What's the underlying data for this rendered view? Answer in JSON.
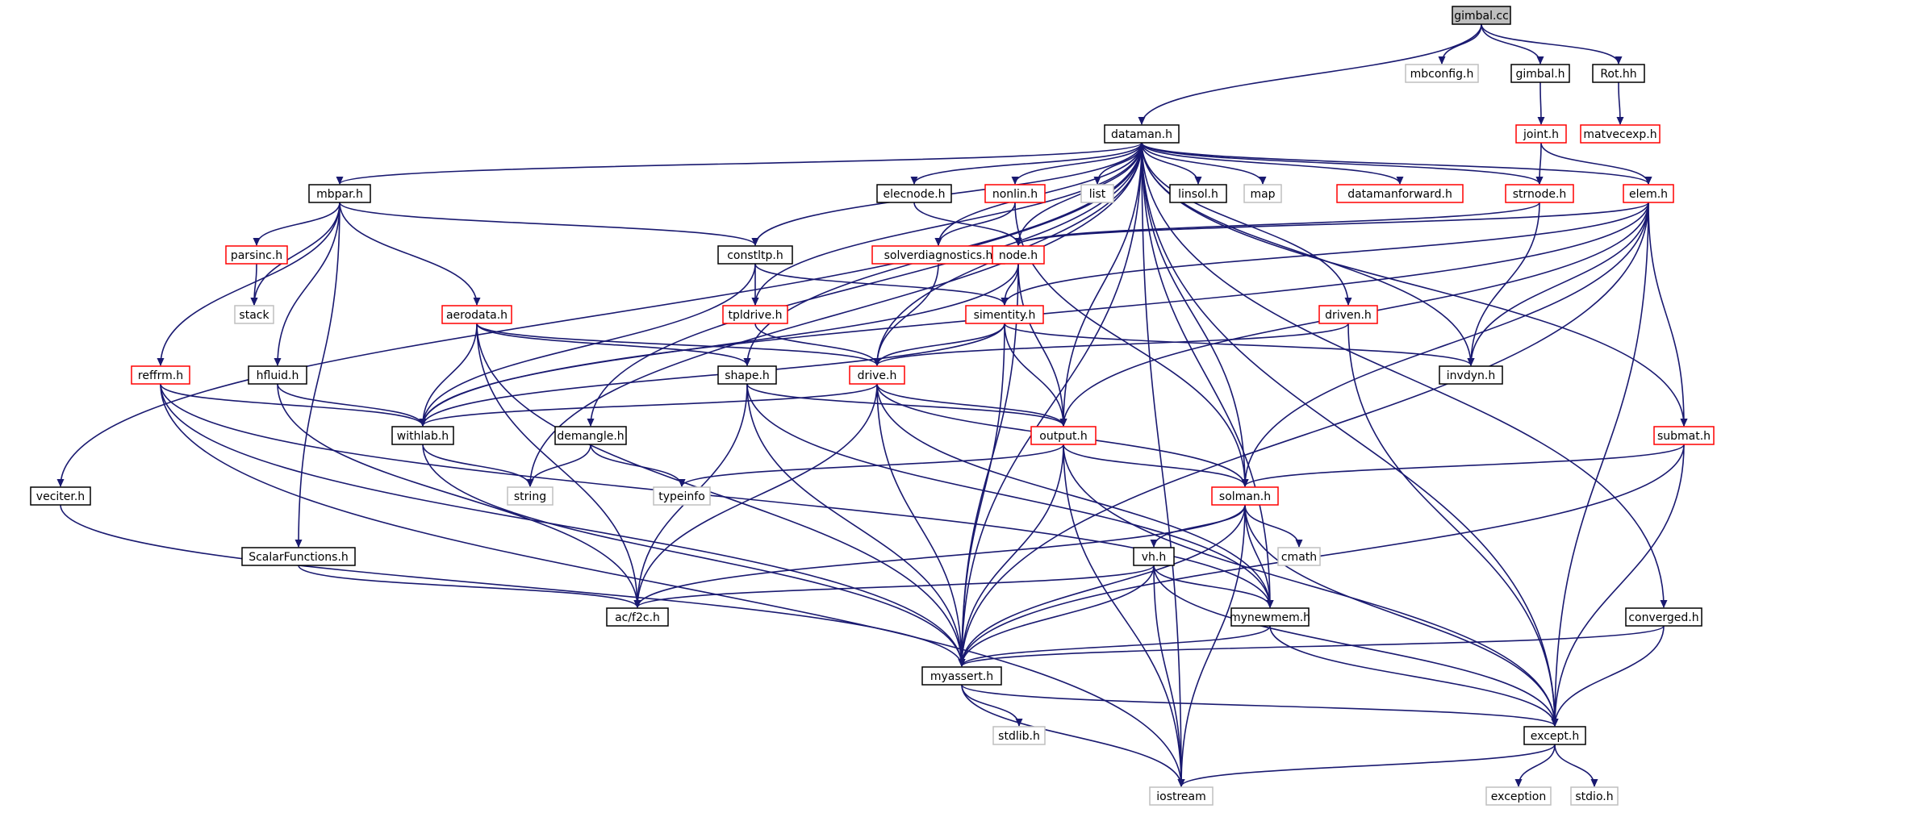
{
  "colors": {
    "edge": "#191970",
    "border_plain": "#000000",
    "border_link": "#ff0000",
    "border_external": "#bfbfbf",
    "root_fill": "#bfbfbf",
    "node_fill": "#ffffff"
  },
  "nodes": [
    {
      "id": "gimbal_cc",
      "label": "gimbal.cc",
      "style": "root"
    },
    {
      "id": "mbconfig_h",
      "label": "mbconfig.h",
      "style": "external"
    },
    {
      "id": "gimbal_h",
      "label": "gimbal.h",
      "style": "plain"
    },
    {
      "id": "rot_hh",
      "label": "Rot.hh",
      "style": "plain"
    },
    {
      "id": "joint_h",
      "label": "joint.h",
      "style": "link"
    },
    {
      "id": "matvecexp_h",
      "label": "matvecexp.h",
      "style": "link"
    },
    {
      "id": "dataman_h",
      "label": "dataman.h",
      "style": "plain"
    },
    {
      "id": "mbpar_h",
      "label": "mbpar.h",
      "style": "plain"
    },
    {
      "id": "elecnode_h",
      "label": "elecnode.h",
      "style": "plain"
    },
    {
      "id": "nonlin_h",
      "label": "nonlin.h",
      "style": "link"
    },
    {
      "id": "list",
      "label": "list",
      "style": "external"
    },
    {
      "id": "linsol_h",
      "label": "linsol.h",
      "style": "plain"
    },
    {
      "id": "map",
      "label": "map",
      "style": "external"
    },
    {
      "id": "datamanforward_h",
      "label": "datamanforward.h",
      "style": "link"
    },
    {
      "id": "strnode_h",
      "label": "strnode.h",
      "style": "link"
    },
    {
      "id": "elem_h",
      "label": "elem.h",
      "style": "link"
    },
    {
      "id": "parsinc_h",
      "label": "parsinc.h",
      "style": "link"
    },
    {
      "id": "constltp_h",
      "label": "constltp.h",
      "style": "plain"
    },
    {
      "id": "solverdiagnostics_h",
      "label": "solverdiagnostics.h",
      "style": "link"
    },
    {
      "id": "node_h",
      "label": "node.h",
      "style": "link"
    },
    {
      "id": "stack",
      "label": "stack",
      "style": "external"
    },
    {
      "id": "aerodata_h",
      "label": "aerodata.h",
      "style": "link"
    },
    {
      "id": "tpldrive_h",
      "label": "tpldrive.h",
      "style": "link"
    },
    {
      "id": "simentity_h",
      "label": "simentity.h",
      "style": "link"
    },
    {
      "id": "driven_h",
      "label": "driven.h",
      "style": "link"
    },
    {
      "id": "reffrm_h",
      "label": "reffrm.h",
      "style": "link"
    },
    {
      "id": "hfluid_h",
      "label": "hfluid.h",
      "style": "plain"
    },
    {
      "id": "shape_h",
      "label": "shape.h",
      "style": "plain"
    },
    {
      "id": "drive_h",
      "label": "drive.h",
      "style": "link"
    },
    {
      "id": "invdyn_h",
      "label": "invdyn.h",
      "style": "plain"
    },
    {
      "id": "withlab_h",
      "label": "withlab.h",
      "style": "plain"
    },
    {
      "id": "demangle_h",
      "label": "demangle.h",
      "style": "plain"
    },
    {
      "id": "output_h",
      "label": "output.h",
      "style": "link"
    },
    {
      "id": "submat_h",
      "label": "submat.h",
      "style": "link"
    },
    {
      "id": "veciter_h",
      "label": "veciter.h",
      "style": "plain"
    },
    {
      "id": "string",
      "label": "string",
      "style": "external"
    },
    {
      "id": "typeinfo",
      "label": "typeinfo",
      "style": "external"
    },
    {
      "id": "solman_h",
      "label": "solman.h",
      "style": "link"
    },
    {
      "id": "cmath",
      "label": "cmath",
      "style": "external"
    },
    {
      "id": "scalarfunctions_h",
      "label": "ScalarFunctions.h",
      "style": "plain"
    },
    {
      "id": "vh_h",
      "label": "vh.h",
      "style": "plain"
    },
    {
      "id": "ac_f2c_h",
      "label": "ac/f2c.h",
      "style": "plain"
    },
    {
      "id": "mynewmem_h",
      "label": "mynewmem.h",
      "style": "plain"
    },
    {
      "id": "converged_h",
      "label": "converged.h",
      "style": "plain"
    },
    {
      "id": "myassert_h",
      "label": "myassert.h",
      "style": "plain"
    },
    {
      "id": "stdlib_h",
      "label": "stdlib.h",
      "style": "external"
    },
    {
      "id": "except_h",
      "label": "except.h",
      "style": "plain"
    },
    {
      "id": "iostream",
      "label": "iostream",
      "style": "external"
    },
    {
      "id": "exception",
      "label": "exception",
      "style": "external"
    },
    {
      "id": "stdio_h",
      "label": "stdio.h",
      "style": "external"
    }
  ],
  "edges": [
    [
      "gimbal_cc",
      "mbconfig_h"
    ],
    [
      "gimbal_cc",
      "dataman_h"
    ],
    [
      "gimbal_cc",
      "gimbal_h"
    ],
    [
      "gimbal_cc",
      "rot_hh"
    ],
    [
      "gimbal_h",
      "joint_h"
    ],
    [
      "rot_hh",
      "matvecexp_h"
    ],
    [
      "joint_h",
      "strnode_h"
    ],
    [
      "joint_h",
      "elem_h"
    ],
    [
      "dataman_h",
      "veciter_h"
    ],
    [
      "dataman_h",
      "mbpar_h"
    ],
    [
      "dataman_h",
      "string"
    ],
    [
      "dataman_h",
      "myassert_h"
    ],
    [
      "dataman_h",
      "shape_h"
    ],
    [
      "dataman_h",
      "constltp_h"
    ],
    [
      "dataman_h",
      "tpldrive_h"
    ],
    [
      "dataman_h",
      "demangle_h"
    ],
    [
      "dataman_h",
      "solverdiagnostics_h"
    ],
    [
      "dataman_h",
      "drive_h"
    ],
    [
      "dataman_h",
      "elecnode_h"
    ],
    [
      "dataman_h",
      "nonlin_h"
    ],
    [
      "dataman_h",
      "node_h"
    ],
    [
      "dataman_h",
      "list"
    ],
    [
      "dataman_h",
      "output_h"
    ],
    [
      "dataman_h",
      "linsol_h"
    ],
    [
      "dataman_h",
      "map"
    ],
    [
      "dataman_h",
      "datamanforward_h"
    ],
    [
      "dataman_h",
      "solman_h"
    ],
    [
      "dataman_h",
      "strnode_h"
    ],
    [
      "dataman_h",
      "driven_h"
    ],
    [
      "dataman_h",
      "elem_h"
    ],
    [
      "dataman_h",
      "invdyn_h"
    ],
    [
      "dataman_h",
      "submat_h"
    ],
    [
      "dataman_h",
      "mynewmem_h"
    ],
    [
      "dataman_h",
      "converged_h"
    ],
    [
      "dataman_h",
      "except_h"
    ],
    [
      "dataman_h",
      "iostream"
    ],
    [
      "mbpar_h",
      "reffrm_h"
    ],
    [
      "mbpar_h",
      "parsinc_h"
    ],
    [
      "mbpar_h",
      "stack"
    ],
    [
      "mbpar_h",
      "scalarfunctions_h"
    ],
    [
      "mbpar_h",
      "hfluid_h"
    ],
    [
      "mbpar_h",
      "aerodata_h"
    ],
    [
      "mbpar_h",
      "constltp_h"
    ],
    [
      "parsinc_h",
      "stack"
    ],
    [
      "constltp_h",
      "withlab_h"
    ],
    [
      "constltp_h",
      "tpldrive_h"
    ],
    [
      "constltp_h",
      "simentity_h"
    ],
    [
      "elecnode_h",
      "node_h"
    ],
    [
      "nonlin_h",
      "solverdiagnostics_h"
    ],
    [
      "nonlin_h",
      "solman_h"
    ],
    [
      "strnode_h",
      "node_h"
    ],
    [
      "strnode_h",
      "invdyn_h"
    ],
    [
      "elem_h",
      "node_h"
    ],
    [
      "elem_h",
      "withlab_h"
    ],
    [
      "elem_h",
      "simentity_h"
    ],
    [
      "elem_h",
      "invdyn_h"
    ],
    [
      "elem_h",
      "output_h"
    ],
    [
      "elem_h",
      "myassert_h"
    ],
    [
      "elem_h",
      "solman_h"
    ],
    [
      "elem_h",
      "submat_h"
    ],
    [
      "elem_h",
      "except_h"
    ],
    [
      "solverdiagnostics_h",
      "drive_h"
    ],
    [
      "tpldrive_h",
      "drive_h"
    ],
    [
      "node_h",
      "withlab_h"
    ],
    [
      "node_h",
      "simentity_h"
    ],
    [
      "node_h",
      "output_h"
    ],
    [
      "node_h",
      "myassert_h"
    ],
    [
      "aerodata_h",
      "myassert_h"
    ],
    [
      "aerodata_h",
      "withlab_h"
    ],
    [
      "aerodata_h",
      "shape_h"
    ],
    [
      "aerodata_h",
      "drive_h"
    ],
    [
      "aerodata_h",
      "ac_f2c_h"
    ],
    [
      "simentity_h",
      "withlab_h"
    ],
    [
      "simentity_h",
      "drive_h"
    ],
    [
      "simentity_h",
      "invdyn_h"
    ],
    [
      "simentity_h",
      "output_h"
    ],
    [
      "simentity_h",
      "myassert_h"
    ],
    [
      "driven_h",
      "drive_h"
    ],
    [
      "driven_h",
      "except_h"
    ],
    [
      "reffrm_h",
      "withlab_h"
    ],
    [
      "reffrm_h",
      "mynewmem_h"
    ],
    [
      "reffrm_h",
      "myassert_h"
    ],
    [
      "reffrm_h",
      "iostream"
    ],
    [
      "hfluid_h",
      "withlab_h"
    ],
    [
      "hfluid_h",
      "ac_f2c_h"
    ],
    [
      "shape_h",
      "output_h"
    ],
    [
      "shape_h",
      "ac_f2c_h"
    ],
    [
      "shape_h",
      "myassert_h"
    ],
    [
      "shape_h",
      "mynewmem_h"
    ],
    [
      "drive_h",
      "withlab_h"
    ],
    [
      "drive_h",
      "output_h"
    ],
    [
      "drive_h",
      "solman_h"
    ],
    [
      "drive_h",
      "ac_f2c_h"
    ],
    [
      "drive_h",
      "myassert_h"
    ],
    [
      "drive_h",
      "mynewmem_h"
    ],
    [
      "withlab_h",
      "string"
    ],
    [
      "withlab_h",
      "myassert_h"
    ],
    [
      "demangle_h",
      "string"
    ],
    [
      "demangle_h",
      "typeinfo"
    ],
    [
      "output_h",
      "typeinfo"
    ],
    [
      "output_h",
      "solman_h"
    ],
    [
      "output_h",
      "myassert_h"
    ],
    [
      "output_h",
      "except_h"
    ],
    [
      "output_h",
      "iostream"
    ],
    [
      "submat_h",
      "solman_h"
    ],
    [
      "submat_h",
      "myassert_h"
    ],
    [
      "submat_h",
      "except_h"
    ],
    [
      "veciter_h",
      "myassert_h"
    ],
    [
      "solman_h",
      "cmath"
    ],
    [
      "solman_h",
      "vh_h"
    ],
    [
      "solman_h",
      "ac_f2c_h"
    ],
    [
      "solman_h",
      "mynewmem_h"
    ],
    [
      "solman_h",
      "myassert_h"
    ],
    [
      "solman_h",
      "except_h"
    ],
    [
      "solman_h",
      "iostream"
    ],
    [
      "scalarfunctions_h",
      "ac_f2c_h"
    ],
    [
      "vh_h",
      "ac_f2c_h"
    ],
    [
      "vh_h",
      "mynewmem_h"
    ],
    [
      "vh_h",
      "myassert_h"
    ],
    [
      "vh_h",
      "except_h"
    ],
    [
      "vh_h",
      "iostream"
    ],
    [
      "mynewmem_h",
      "myassert_h"
    ],
    [
      "mynewmem_h",
      "except_h"
    ],
    [
      "converged_h",
      "myassert_h"
    ],
    [
      "converged_h",
      "except_h"
    ],
    [
      "myassert_h",
      "stdlib_h"
    ],
    [
      "myassert_h",
      "except_h"
    ],
    [
      "myassert_h",
      "iostream"
    ],
    [
      "except_h",
      "iostream"
    ],
    [
      "except_h",
      "exception"
    ],
    [
      "except_h",
      "stdio_h"
    ]
  ]
}
